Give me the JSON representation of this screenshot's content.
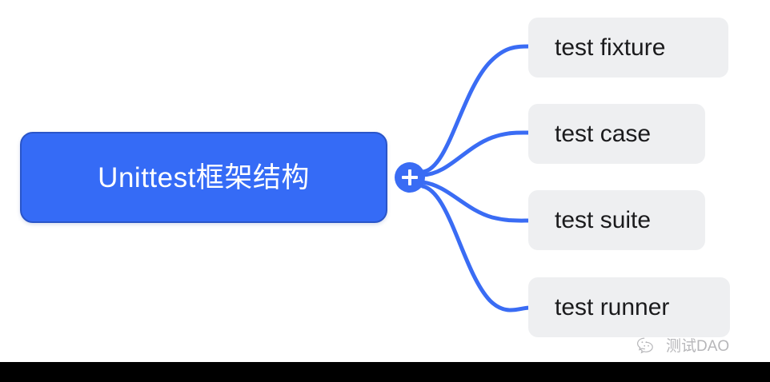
{
  "mindmap": {
    "root": {
      "label": "Unittest框架结构",
      "fill": "#356bf6",
      "border": "#2a55c8",
      "text_color": "#ffffff"
    },
    "hub": {
      "icon": "plus-icon",
      "label": "+",
      "fill": "#3a6cf4",
      "state": "collapsed-toggle"
    },
    "children": [
      {
        "label": "test fixture",
        "fill": "#eeeff1",
        "text_color": "#1b1b1d"
      },
      {
        "label": "test case",
        "fill": "#eeeff1",
        "text_color": "#1b1b1d"
      },
      {
        "label": "test suite",
        "fill": "#eeeff1",
        "text_color": "#1b1b1d"
      },
      {
        "label": "test runner",
        "fill": "#eeeff1",
        "text_color": "#1b1b1d"
      }
    ],
    "edge_color": "#3a6cf4",
    "background": "#ffffff"
  },
  "watermark": {
    "icon": "wechat-icon",
    "text": "测试DAO",
    "color": "#7c7c80"
  }
}
